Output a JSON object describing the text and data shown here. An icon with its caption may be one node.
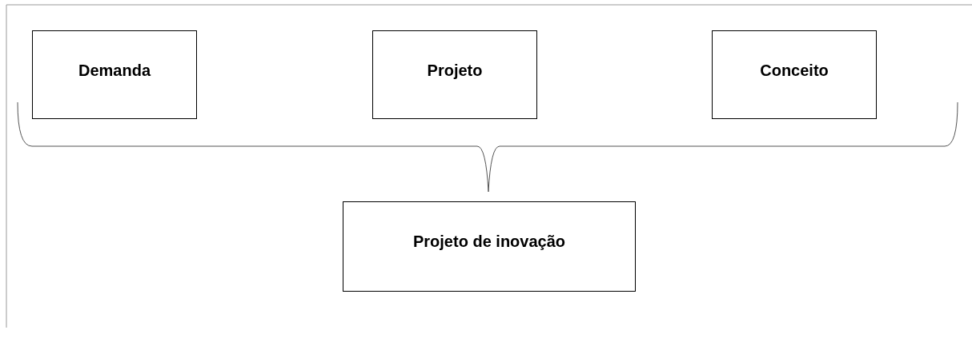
{
  "diagram": {
    "nodes": [
      {
        "text": [
          "Demanda"
        ]
      },
      {
        "text": [
          "Projeto"
        ]
      },
      {
        "text": [
          "Conceito"
        ]
      },
      {
        "text": [
          "Projeto de inovação"
        ]
      }
    ]
  }
}
